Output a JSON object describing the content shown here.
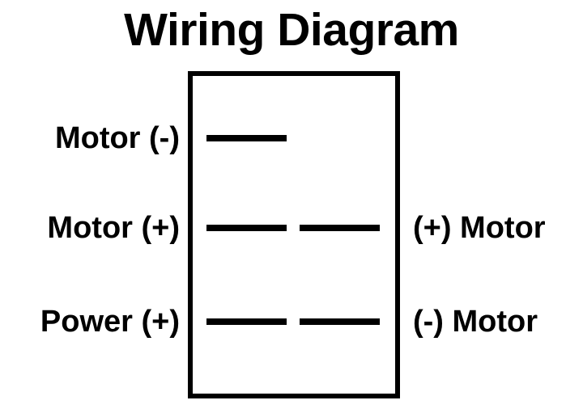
{
  "title": "Wiring Diagram",
  "colors": {
    "background": "#ffffff",
    "ink": "#000000"
  },
  "switch_body": {
    "shape": "rectangle",
    "border_color": "#000000"
  },
  "terminals": [
    {
      "row": 1,
      "left_label": "Motor (-)",
      "right_label": "",
      "contacts": [
        "left"
      ]
    },
    {
      "row": 2,
      "left_label": "Motor (+)",
      "right_label": "(+) Motor",
      "contacts": [
        "left",
        "right"
      ]
    },
    {
      "row": 3,
      "left_label": "Power (+)",
      "right_label": "(-) Motor",
      "contacts": [
        "left",
        "right"
      ]
    }
  ]
}
